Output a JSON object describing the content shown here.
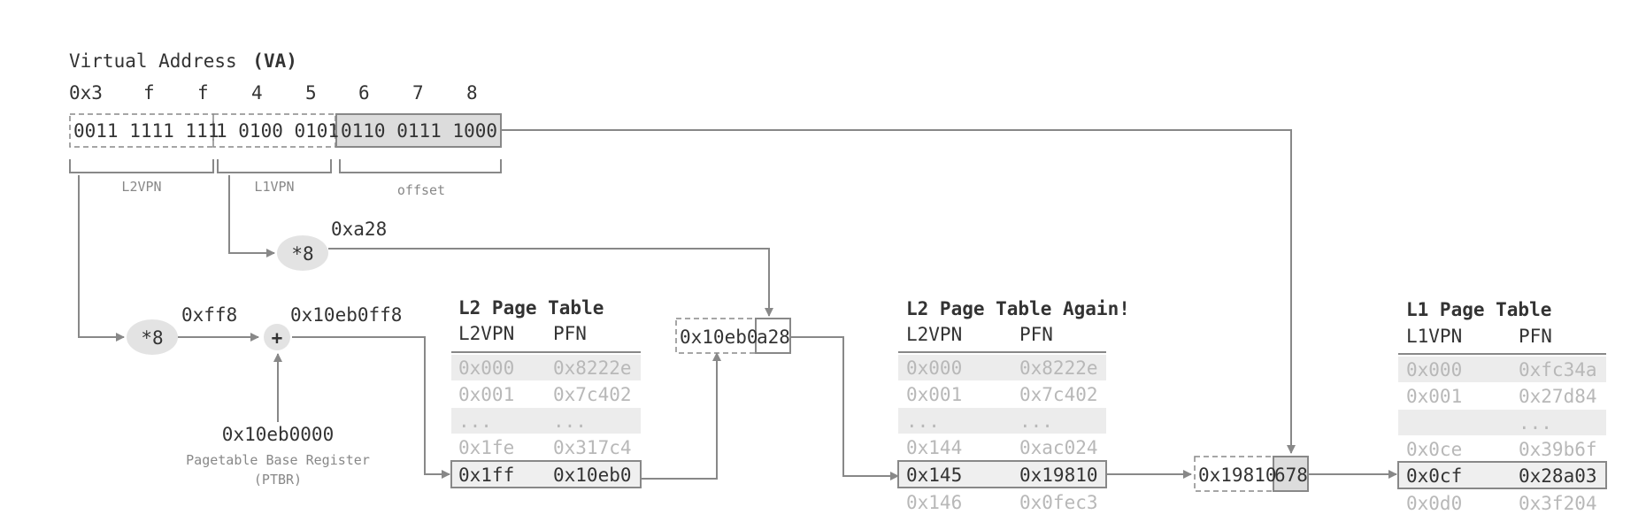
{
  "va": {
    "title": "Virtual Address",
    "title_suffix": "(VA)",
    "hex_digits": [
      "0x3",
      "f",
      "f",
      "4",
      "5",
      "6",
      "7",
      "8"
    ],
    "l2_bits": "0011 1111 111",
    "l1_bits": "1 0100 0101",
    "offset_bits": "0110 0111 1000",
    "labels": {
      "l2vpn": "L2VPN",
      "l1vpn": "L1VPN",
      "offset": "offset"
    }
  },
  "ops": {
    "mul1_label": "*8",
    "mul1_result": "0xff8",
    "plus_label": "+",
    "plus_result": "0x10eb0ff8",
    "mul2_label": "*8",
    "mul2_result": "0xa28",
    "ptbr_value": "0x10eb0000",
    "ptbr_label_line1": "Pagetable Base Register",
    "ptbr_label_line2": "(PTBR)"
  },
  "addr1": {
    "left": "0x10eb0",
    "right": "a28"
  },
  "addr2": {
    "left": "0x19810",
    "right": "678"
  },
  "l2_table": {
    "title": "L2 Page Table",
    "col1": "L2VPN",
    "col2": "PFN",
    "rows": [
      {
        "vpn": "0x000",
        "pfn": "0x8222e"
      },
      {
        "vpn": "0x001",
        "pfn": "0x7c402"
      },
      {
        "vpn": "...",
        "pfn": "..."
      },
      {
        "vpn": "0x1fe",
        "pfn": "0x317c4"
      },
      {
        "vpn": "0x1ff",
        "pfn": "0x10eb0"
      }
    ]
  },
  "l2_again": {
    "title": "L2 Page Table Again!",
    "col1": "L2VPN",
    "col2": "PFN",
    "rows": [
      {
        "vpn": "0x000",
        "pfn": "0x8222e"
      },
      {
        "vpn": "0x001",
        "pfn": "0x7c402"
      },
      {
        "vpn": "...",
        "pfn": "..."
      },
      {
        "vpn": "0x144",
        "pfn": "0xac024"
      },
      {
        "vpn": "0x145",
        "pfn": "0x19810"
      },
      {
        "vpn": "0x146",
        "pfn": "0x0fec3"
      }
    ]
  },
  "l1_table": {
    "title": "L1 Page Table",
    "col1": "L1VPN",
    "col2": "PFN",
    "rows": [
      {
        "vpn": "0x000",
        "pfn": "0xfc34a"
      },
      {
        "vpn": "0x001",
        "pfn": "0x27d84"
      },
      {
        "vpn": "",
        "pfn": "..."
      },
      {
        "vpn": "0x0ce",
        "pfn": "0x39b6f"
      },
      {
        "vpn": "0x0cf",
        "pfn": "0x28a03"
      },
      {
        "vpn": "0x0d0",
        "pfn": "0x3f204"
      }
    ]
  }
}
